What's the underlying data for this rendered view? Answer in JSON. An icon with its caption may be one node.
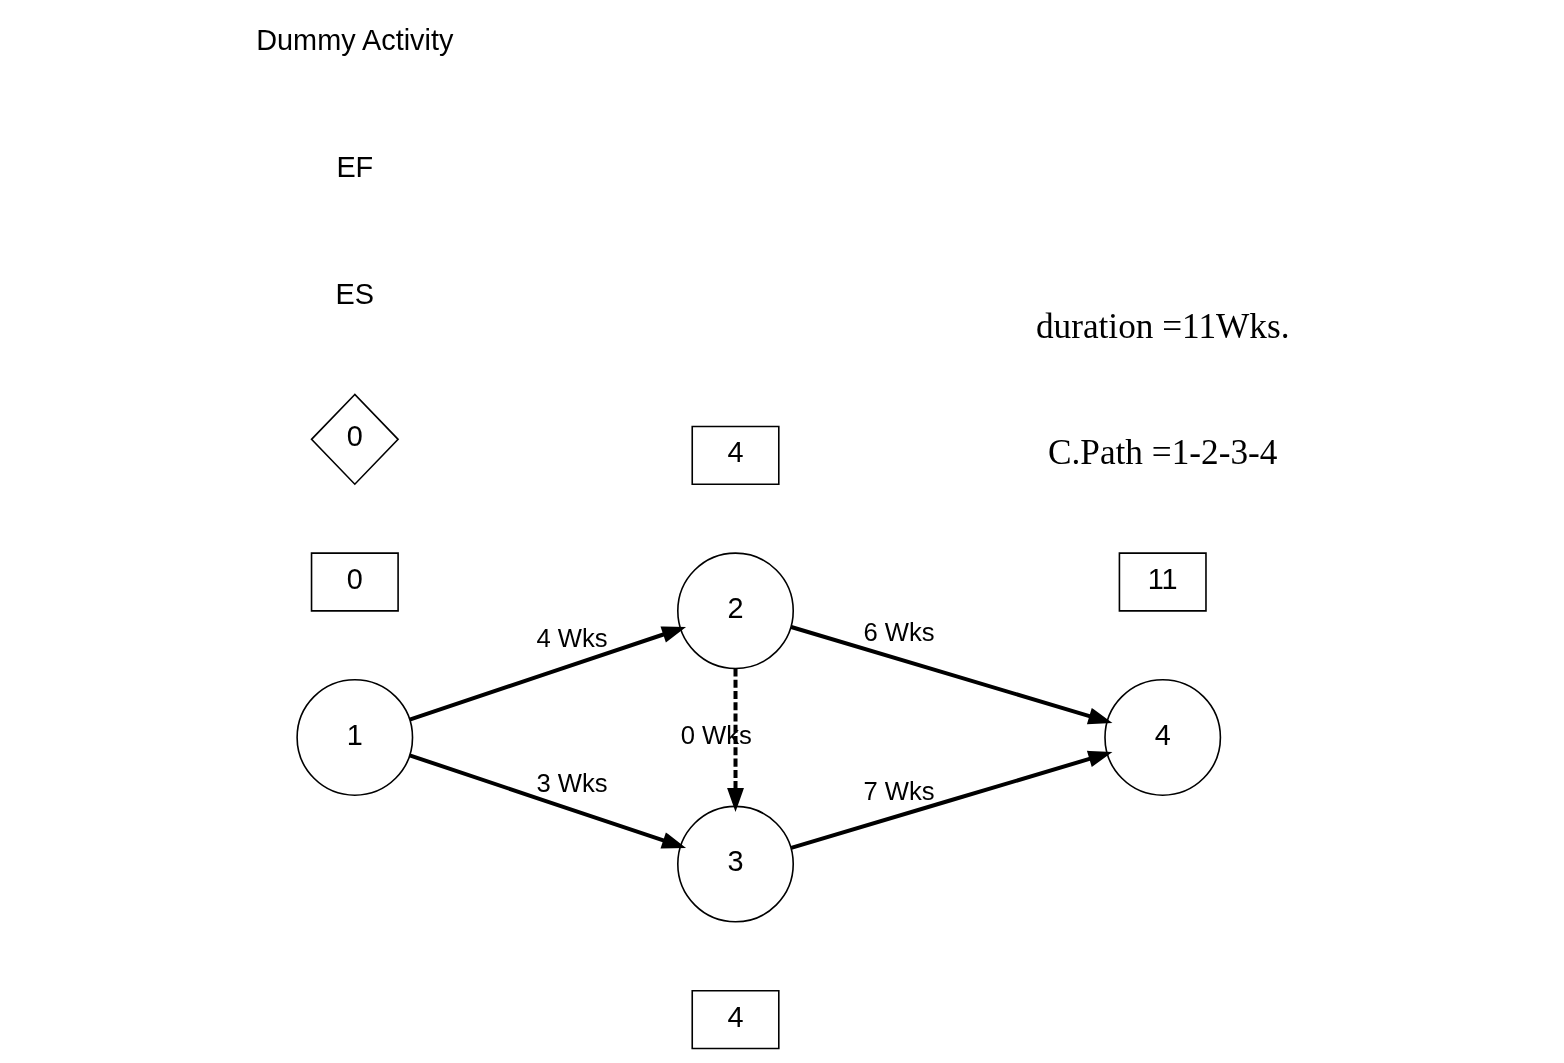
{
  "diagram": {
    "nodes": [
      {
        "text": [
          "4"
        ]
      },
      {
        "text": [
          "3"
        ]
      },
      {
        "text": [
          "11"
        ]
      },
      {
        "text": [
          "0"
        ]
      },
      {
        "text": [
          "0"
        ]
      },
      {
        "text": [
          "1"
        ]
      },
      {
        "text": [
          "4"
        ]
      },
      {
        "text": [
          "2"
        ]
      },
      {
        "text": [
          "4"
        ]
      }
    ],
    "edges": [
      {
        "from": 5,
        "to": 1,
        "label": "3 Wks",
        "arrow": "to"
      },
      {
        "from": 1,
        "to": 6,
        "label": "7 Wks",
        "arrow": "to"
      },
      {
        "from": 7,
        "to": 1,
        "label": "0 Wks",
        "arrow": "to",
        "style": "dashed"
      },
      {
        "from": 5,
        "to": 7,
        "label": "4 Wks",
        "arrow": "to"
      },
      {
        "from": 7,
        "to": 6,
        "label": "6 Wks",
        "arrow": "to"
      }
    ],
    "labels": [
      "ES",
      "EF",
      "Dummy Activity",
      "C.Path =1-2-3-4",
      "duration =11Wks."
    ]
  }
}
